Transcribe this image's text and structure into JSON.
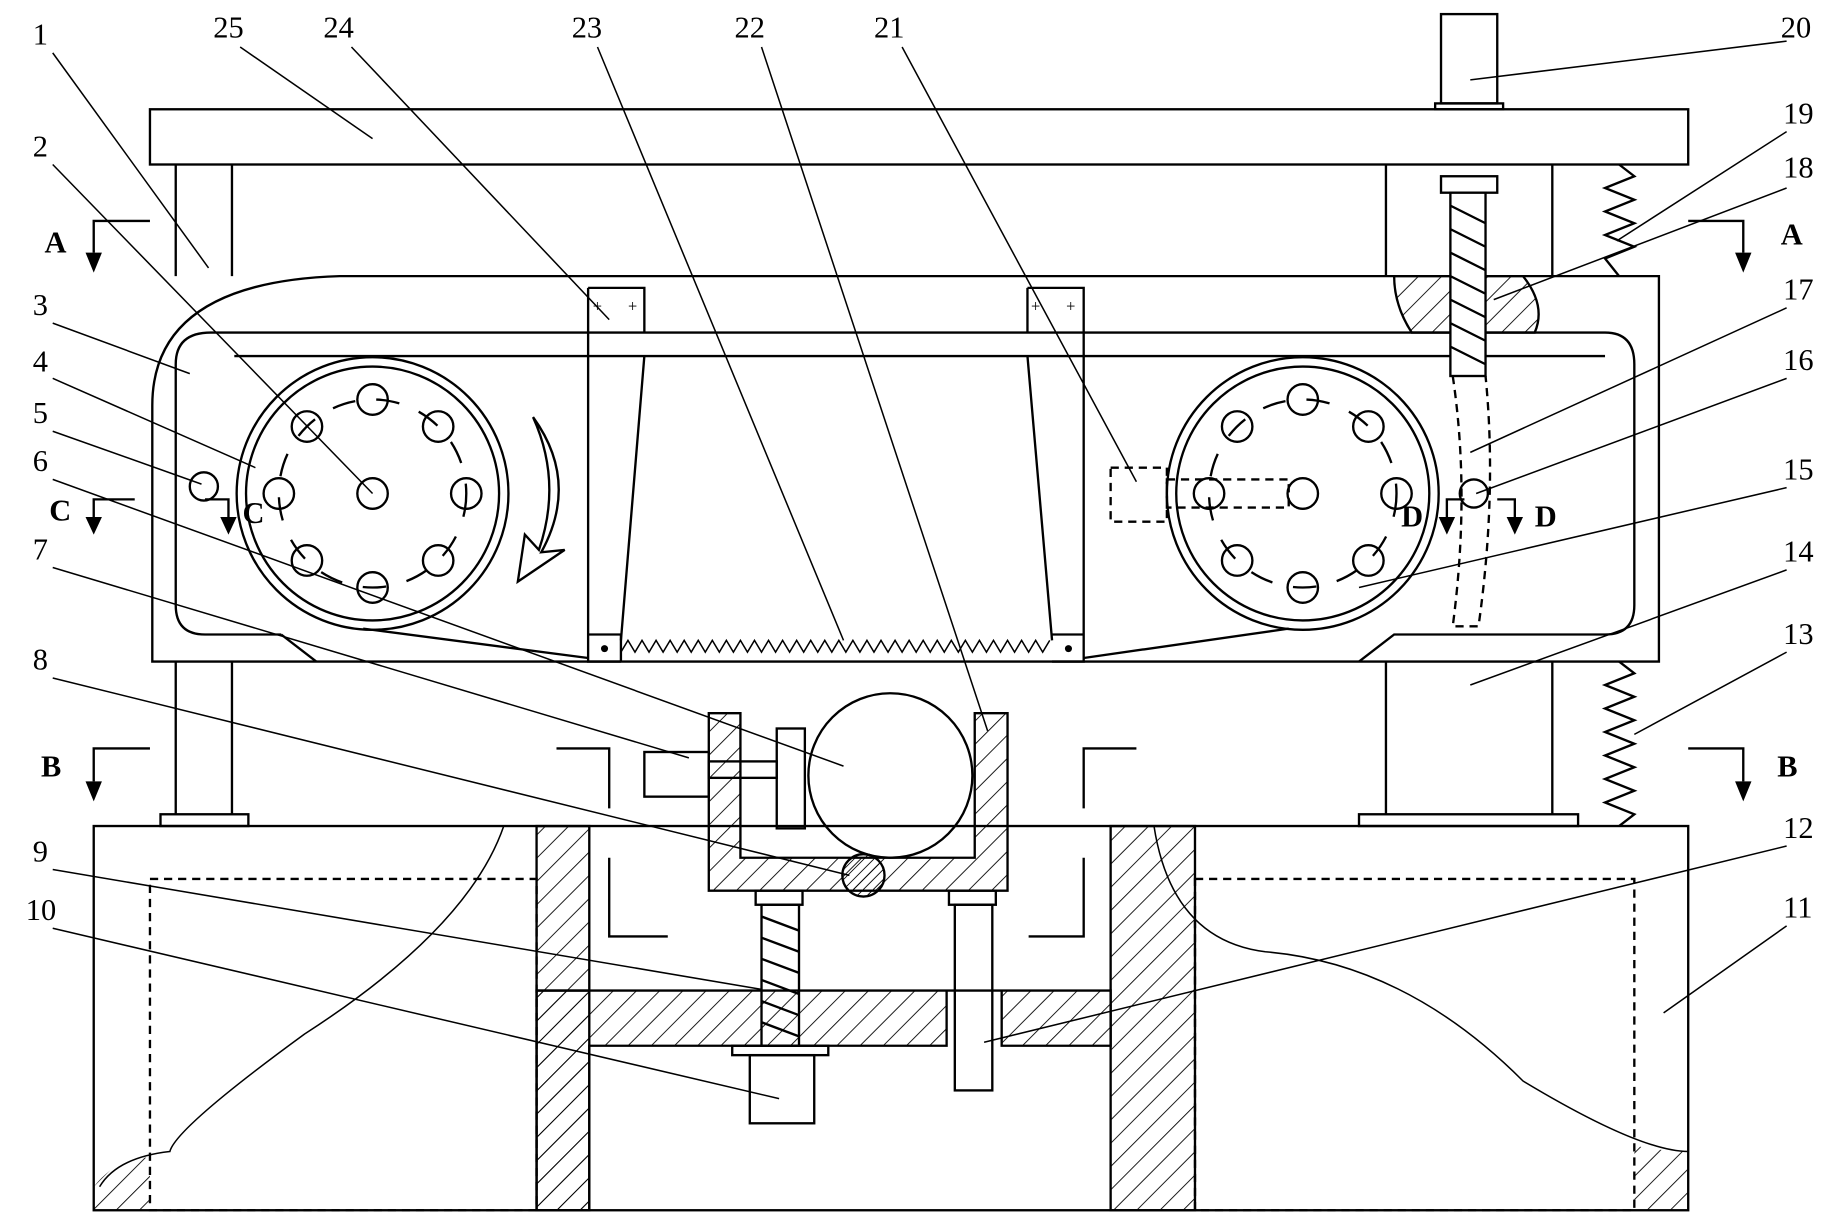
{
  "figure": {
    "labels": {
      "l1": "1",
      "l2": "2",
      "l3": "3",
      "l4": "4",
      "l5": "5",
      "l6": "6",
      "l7": "7",
      "l8": "8",
      "l9": "9",
      "l10": "10",
      "l11": "11",
      "l12": "12",
      "l13": "13",
      "l14": "14",
      "l15": "15",
      "l16": "16",
      "l17": "17",
      "l18": "18",
      "l19": "19",
      "l20": "20",
      "l21": "21",
      "l22": "22",
      "l23": "23",
      "l24": "24",
      "l25": "25"
    },
    "sections": {
      "a": "A",
      "b": "B",
      "c": "C",
      "d": "D"
    }
  }
}
